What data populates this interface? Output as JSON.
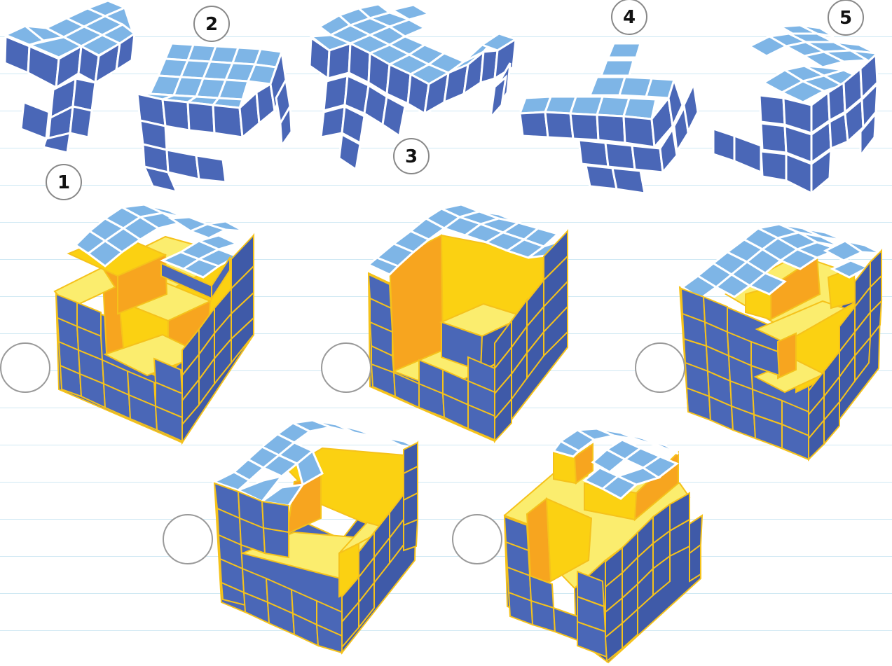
{
  "puzzle": {
    "pieces": [
      {
        "number": "1",
        "color": "#4a67b7"
      },
      {
        "number": "2",
        "color": "#4a67b7"
      },
      {
        "number": "3",
        "color": "#4a67b7"
      },
      {
        "number": "4",
        "color": "#4a67b7"
      },
      {
        "number": "5",
        "color": "#4a67b7"
      }
    ],
    "answer_cubes": [
      {
        "answer": ""
      },
      {
        "answer": ""
      },
      {
        "answer": ""
      },
      {
        "answer": ""
      },
      {
        "answer": ""
      }
    ]
  },
  "colors": {
    "piece_front": "#4a67b7",
    "piece_side": "#3f5aa8",
    "piece_top": "#7eb5e6",
    "piece_outline": "#ffffff",
    "cube_outline": "#f5c21b",
    "cavity_floor": "#fbed6e",
    "cavity_wall_light": "#fbd112",
    "cavity_wall_dark": "#f7a51f",
    "badge_ring": "#888888",
    "answer_ring": "#9a9a9a",
    "page_lines": "#cfe8f3"
  }
}
